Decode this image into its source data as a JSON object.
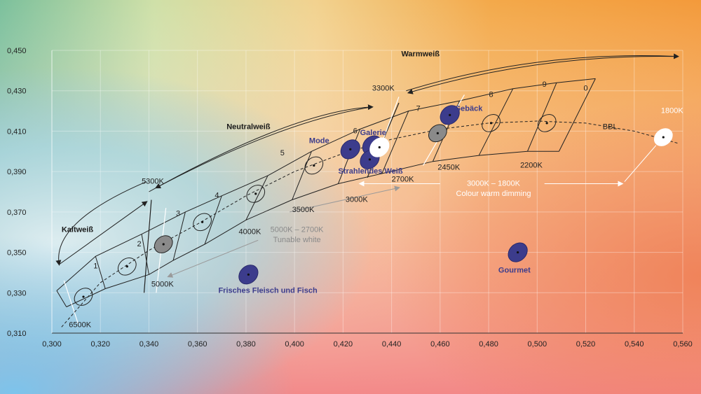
{
  "chart_data": {
    "type": "scatter",
    "xlim": [
      0.3,
      0.56
    ],
    "ylim": [
      0.31,
      0.45
    ],
    "grid": true,
    "x_ticks": [
      "0,300",
      "0,320",
      "0,340",
      "0,360",
      "0,380",
      "0,400",
      "0,420",
      "0,440",
      "0,460",
      "0,480",
      "0,500",
      "0,520",
      "0,540",
      "0,560"
    ],
    "y_ticks": [
      "0,310",
      "0,330",
      "0,350",
      "0,370",
      "0,390",
      "0,410",
      "0,430",
      "0,450"
    ],
    "bbl_label": "BBL",
    "bbl_curve": [
      [
        0.304,
        0.313
      ],
      [
        0.32,
        0.335
      ],
      [
        0.34,
        0.351
      ],
      [
        0.36,
        0.364
      ],
      [
        0.38,
        0.378
      ],
      [
        0.4,
        0.39
      ],
      [
        0.42,
        0.399
      ],
      [
        0.44,
        0.406
      ],
      [
        0.46,
        0.411
      ],
      [
        0.48,
        0.414
      ],
      [
        0.5,
        0.415
      ],
      [
        0.52,
        0.414
      ],
      [
        0.54,
        0.41
      ],
      [
        0.558,
        0.404
      ]
    ],
    "bin_boundaries": [
      {
        "lower": [
          0.306,
          0.323
        ],
        "upper": [
          0.302,
          0.331
        ]
      },
      {
        "lower": [
          0.322,
          0.332
        ],
        "upper": [
          0.318,
          0.348
        ]
      },
      {
        "lower": [
          0.34,
          0.339
        ],
        "upper": [
          0.337,
          0.359
        ]
      },
      {
        "lower": [
          0.35,
          0.346
        ],
        "upper": [
          0.355,
          0.37
        ]
      },
      {
        "lower": [
          0.363,
          0.354
        ],
        "upper": [
          0.37,
          0.378
        ]
      },
      {
        "lower": [
          0.38,
          0.366
        ],
        "upper": [
          0.389,
          0.388
        ]
      },
      {
        "lower": [
          0.399,
          0.376
        ],
        "upper": [
          0.407,
          0.4
        ]
      },
      {
        "lower": [
          0.418,
          0.384
        ],
        "upper": [
          0.427,
          0.411
        ]
      },
      {
        "lower": [
          0.436,
          0.389
        ],
        "upper": [
          0.447,
          0.42
        ]
      },
      {
        "lower": [
          0.457,
          0.395
        ],
        "upper": [
          0.468,
          0.425
        ]
      },
      {
        "lower": [
          0.476,
          0.398
        ],
        "upper": [
          0.49,
          0.431
        ]
      },
      {
        "lower": [
          0.496,
          0.4
        ],
        "upper": [
          0.508,
          0.434
        ]
      },
      {
        "lower": [
          0.509,
          0.4
        ],
        "upper": [
          0.524,
          0.436
        ]
      }
    ],
    "bin_labels": [
      {
        "text": "1",
        "x": 0.318,
        "y": 0.342
      },
      {
        "text": "2",
        "x": 0.336,
        "y": 0.353
      },
      {
        "text": "3",
        "x": 0.352,
        "y": 0.368
      },
      {
        "text": "4",
        "x": 0.368,
        "y": 0.377
      },
      {
        "text": "5",
        "x": 0.395,
        "y": 0.398
      },
      {
        "text": "6",
        "x": 0.425,
        "y": 0.409
      },
      {
        "text": "7",
        "x": 0.451,
        "y": 0.42
      },
      {
        "text": "8",
        "x": 0.481,
        "y": 0.427
      },
      {
        "text": "9",
        "x": 0.503,
        "y": 0.432
      },
      {
        "text": "0",
        "x": 0.52,
        "y": 0.43
      }
    ],
    "cct_labels": [
      {
        "text": "6500K",
        "x": 0.307,
        "y": 0.313
      },
      {
        "text": "5000K",
        "x": 0.341,
        "y": 0.333
      },
      {
        "text": "4000K",
        "x": 0.377,
        "y": 0.359
      },
      {
        "text": "3500K",
        "x": 0.399,
        "y": 0.37
      },
      {
        "text": "3000K",
        "x": 0.421,
        "y": 0.375
      },
      {
        "text": "2700K",
        "x": 0.44,
        "y": 0.385
      },
      {
        "text": "2450K",
        "x": 0.459,
        "y": 0.391
      },
      {
        "text": "2200K",
        "x": 0.493,
        "y": 0.392
      },
      {
        "text": "5300K",
        "x": 0.337,
        "y": 0.384
      },
      {
        "text": "3300K",
        "x": 0.432,
        "y": 0.43
      }
    ],
    "tolerance_ellipses": [
      {
        "x": 0.313,
        "y": 0.328,
        "fill": "none"
      },
      {
        "x": 0.331,
        "y": 0.343,
        "fill": "none"
      },
      {
        "x": 0.362,
        "y": 0.365,
        "fill": "none"
      },
      {
        "x": 0.384,
        "y": 0.379,
        "fill": "none"
      },
      {
        "x": 0.408,
        "y": 0.393,
        "fill": "none"
      },
      {
        "x": 0.481,
        "y": 0.414,
        "fill": "none"
      },
      {
        "x": 0.504,
        "y": 0.414,
        "fill": "none"
      },
      {
        "x": 0.346,
        "y": 0.354,
        "fill": "#8a8a8a"
      },
      {
        "x": 0.459,
        "y": 0.409,
        "fill": "#8a8a8a"
      },
      {
        "x": 0.552,
        "y": 0.407,
        "fill": "#ffffff"
      }
    ],
    "product_points": [
      {
        "name": "Mode",
        "x": 0.423,
        "y": 0.401,
        "color": "#3c3c8c"
      },
      {
        "name": "Galerie",
        "x": 0.432,
        "y": 0.403,
        "color": "#3c3c8c"
      },
      {
        "name": "Strahlendes Weiß",
        "x": 0.431,
        "y": 0.396,
        "color": "#3c3c8c"
      },
      {
        "name": "Gebäck",
        "x": 0.464,
        "y": 0.418,
        "color": "#3c3c8c"
      },
      {
        "name": "Gourmet",
        "x": 0.492,
        "y": 0.35,
        "color": "#3c3c8c"
      },
      {
        "name": "Frisches Fleisch und Fisch",
        "x": 0.381,
        "y": 0.339,
        "color": "#3c3c8c"
      },
      {
        "name": "",
        "x": 0.435,
        "y": 0.402,
        "color": "#ffffff"
      }
    ],
    "labels": {
      "mode": "Mode",
      "galerie": "Galerie",
      "strahlendes": "Strahlendes Weiß",
      "geback": "Gebäck",
      "gourmet": "Gourmet",
      "fleisch": "Frisches Fleisch und Fisch",
      "kaltweiss": "Kaltweiß",
      "neutralweiss": "Neutralweiß",
      "warmweiss": "Warmweiß",
      "k1800": "1800K",
      "dimming_range": "3000K – 1800K",
      "dimming_text": "Colour warm dimming",
      "tunable_range": "5000K – 2700K",
      "tunable_text": "Tunable white"
    },
    "colors": {
      "background_left": "#7fbfa6",
      "background_top_right": "#f39a3b",
      "background_bottom_center": "#f3868a",
      "product": "#3c3c8c"
    }
  }
}
